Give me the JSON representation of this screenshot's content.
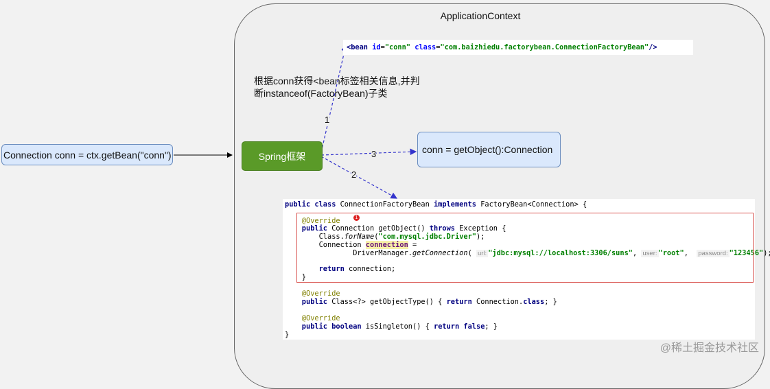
{
  "context_title": "ApplicationContext",
  "left_box": "Connection conn = ctx.getBean(\"conn\")",
  "spring_box": "Spring框架",
  "conn_box": "conn  =  getObject():Connection",
  "note_lines": [
    "根据conn获得<bean标签相关信息,并判",
    "断instanceof(FactoryBean)子类"
  ],
  "step_labels": [
    "1",
    "2",
    "3"
  ],
  "bean_xml": [
    {
      "t": "tag",
      "v": "<bean "
    },
    {
      "t": "attr",
      "v": "id"
    },
    {
      "t": "pl",
      "v": "="
    },
    {
      "t": "str",
      "v": "\"conn\" "
    },
    {
      "t": "attr",
      "v": "class"
    },
    {
      "t": "pl",
      "v": "="
    },
    {
      "t": "str",
      "v": "\"com.baizhiedu.factorybean.ConnectionFactoryBean\""
    },
    {
      "t": "tag",
      "v": "/>"
    }
  ],
  "error_badge": "1",
  "code_lines": [
    [
      {
        "t": "kw",
        "v": "public class "
      },
      {
        "t": "pl",
        "v": "ConnectionFactoryBean "
      },
      {
        "t": "kw",
        "v": "implements "
      },
      {
        "t": "pl",
        "v": "FactoryBean<Connection> {"
      }
    ],
    [
      {
        "t": "ann",
        "v": "    @Override"
      }
    ],
    [
      {
        "t": "kw",
        "v": "    public "
      },
      {
        "t": "pl",
        "v": "Connection getObject() "
      },
      {
        "t": "kw",
        "v": "throws "
      },
      {
        "t": "pl",
        "v": "Exception {"
      }
    ],
    [
      {
        "t": "pl",
        "v": "        Class."
      },
      {
        "t": "it",
        "v": "forName"
      },
      {
        "t": "pl",
        "v": "("
      },
      {
        "t": "str",
        "v": "\"com.mysql.jdbc.Driver\""
      },
      {
        "t": "pl",
        "v": ");"
      }
    ],
    [
      {
        "t": "pl",
        "v": "        Connection "
      },
      {
        "t": "hl",
        "v": "connection"
      },
      {
        "t": "pl",
        "v": " ="
      }
    ],
    [
      {
        "t": "pl",
        "v": "                DriverManager."
      },
      {
        "t": "it",
        "v": "getConnection"
      },
      {
        "t": "pl",
        "v": "( "
      },
      {
        "t": "hint",
        "v": "url:"
      },
      {
        "t": "str",
        "v": "\"jdbc:mysql://localhost:3306/suns\""
      },
      {
        "t": "pl",
        "v": ", "
      },
      {
        "t": "hint",
        "v": "user:"
      },
      {
        "t": "str",
        "v": "\"root\""
      },
      {
        "t": "pl",
        "v": ",  "
      },
      {
        "t": "hint",
        "v": "password:"
      },
      {
        "t": "str",
        "v": "\"123456\""
      },
      {
        "t": "pl",
        "v": ");"
      }
    ],
    [
      {
        "t": "kw",
        "v": "        return "
      },
      {
        "t": "pl",
        "v": "connection;"
      }
    ],
    [
      {
        "t": "pl",
        "v": "    }"
      }
    ],
    [
      {
        "t": "ann",
        "v": "    @Override"
      }
    ],
    [
      {
        "t": "kw",
        "v": "    public "
      },
      {
        "t": "pl",
        "v": "Class<?> getObjectType() { "
      },
      {
        "t": "kw",
        "v": "return "
      },
      {
        "t": "pl",
        "v": "Connection."
      },
      {
        "t": "kw",
        "v": "class"
      },
      {
        "t": "pl",
        "v": "; }"
      }
    ],
    [
      {
        "t": "ann",
        "v": "    @Override"
      }
    ],
    [
      {
        "t": "kw",
        "v": "    public boolean "
      },
      {
        "t": "pl",
        "v": "isSingleton() { "
      },
      {
        "t": "kw",
        "v": "return false"
      },
      {
        "t": "pl",
        "v": "; }"
      }
    ],
    [
      {
        "t": "pl",
        "v": "}"
      }
    ]
  ],
  "watermark": "@稀土掘金技术社区",
  "colors": {
    "spring_green": "#5a9a28",
    "box_blue": "#dae8fc",
    "arrow_blue": "#3333cc",
    "error_red": "#d9534f"
  }
}
